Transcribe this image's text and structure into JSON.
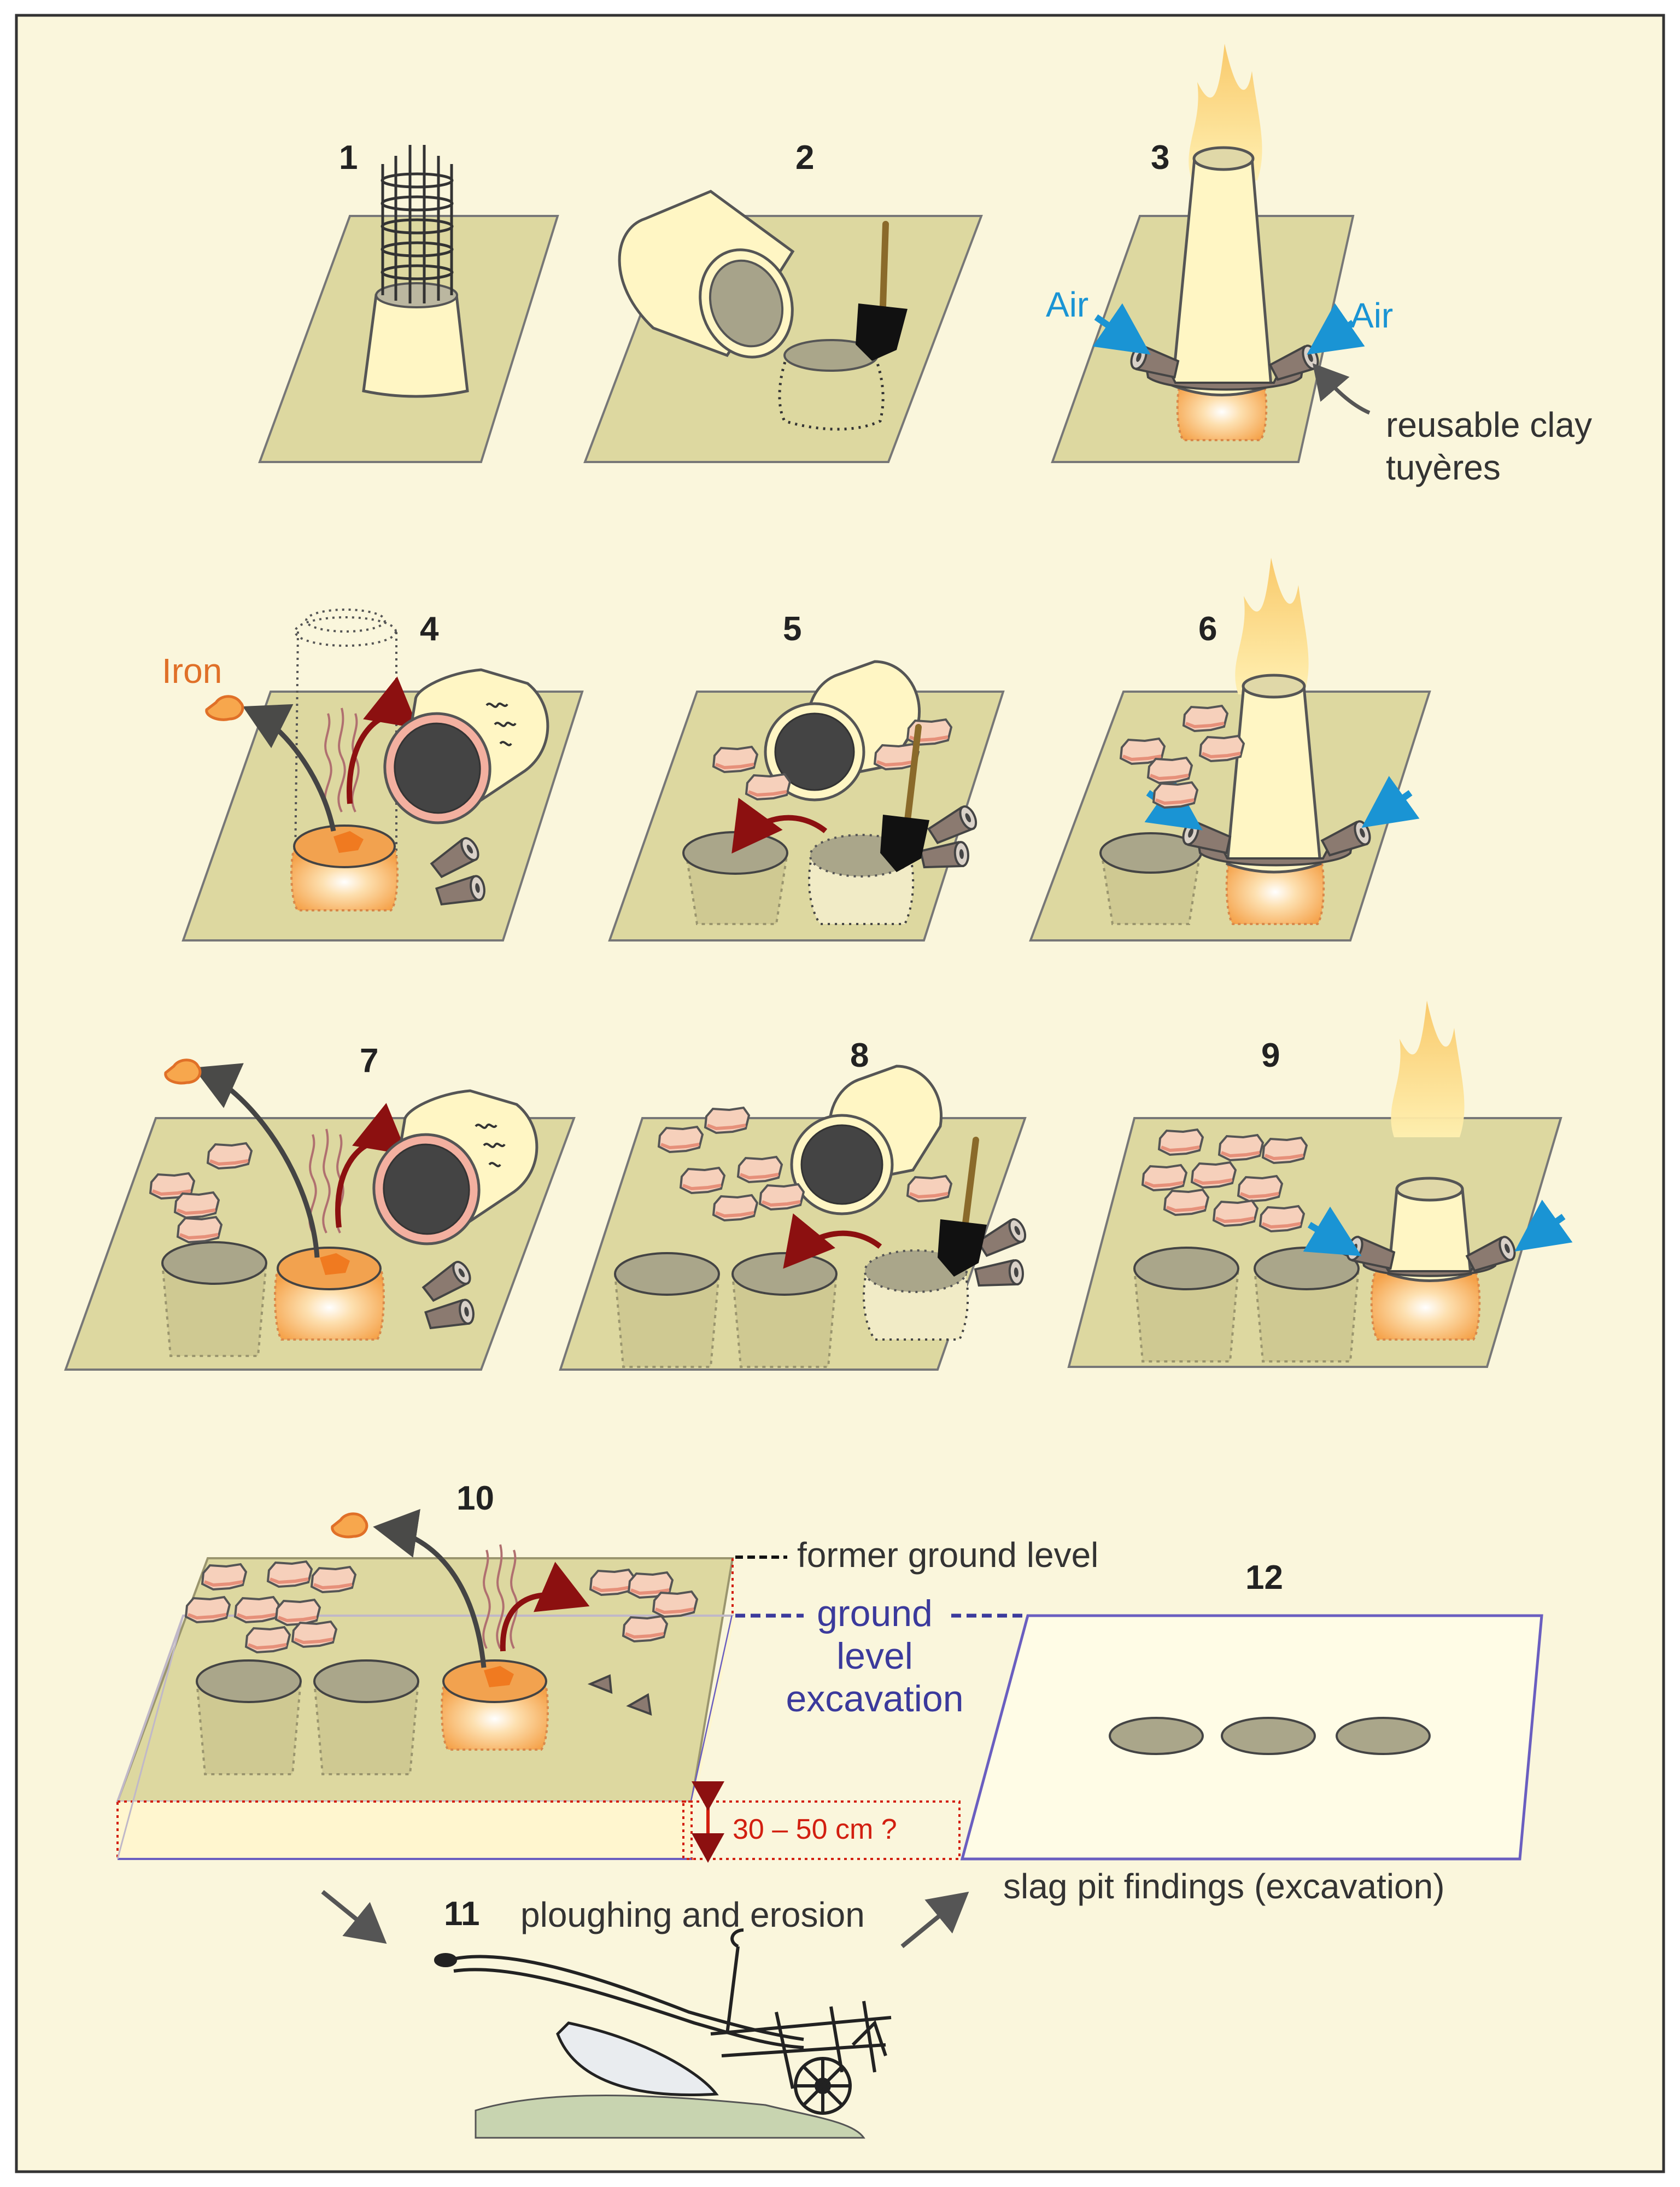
{
  "steps": {
    "s1": "1",
    "s2": "2",
    "s3": "3",
    "s4": "4",
    "s5": "5",
    "s6": "6",
    "s7": "7",
    "s8": "8",
    "s9": "9",
    "s10": "10",
    "s11": "11",
    "s12": "12"
  },
  "labels": {
    "air": "Air",
    "tuyeres_1": "reusable clay",
    "tuyeres_2": "tuyères",
    "iron": "Iron",
    "former_ground": "former ground level",
    "ground_1": "ground",
    "ground_2": "level",
    "ground_3": "excavation",
    "depth": "30 – 50 cm ?",
    "ploughing": "ploughing and erosion",
    "slag": "slag pit findings (excavation)"
  },
  "colors": {
    "background": "#faf6dc",
    "ground": "#ddd8a0",
    "clay": "#fff6c4",
    "pit": "#aaa68a",
    "slag": "#f6d0bb",
    "flame": "#fbc46e",
    "air": "#1a94d4",
    "arrow": "#8c1010",
    "excavation_line": "#3b3a9c",
    "depth_marker": "#d21f10"
  }
}
